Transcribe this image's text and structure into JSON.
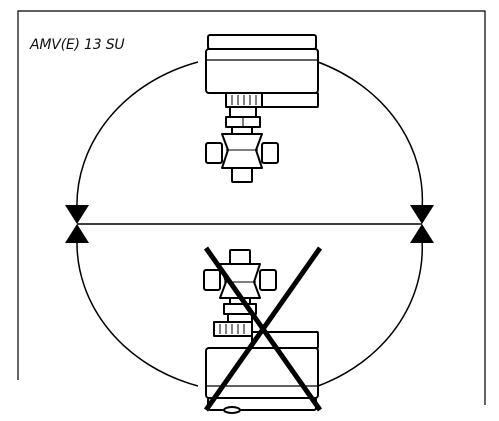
{
  "diagram": {
    "title": "AMV(E) 13 SU",
    "positions": [
      {
        "orientation": "actuator-up",
        "allowed": true
      },
      {
        "orientation": "actuator-down",
        "allowed": false
      }
    ],
    "colors": {
      "line": "#000000",
      "actuator-body": "#ffffff",
      "valve-body": "#ffffff"
    },
    "icons": [
      "valve-actuator-icon",
      "prohibited-cross-icon",
      "valve-symbol-icon"
    ]
  }
}
